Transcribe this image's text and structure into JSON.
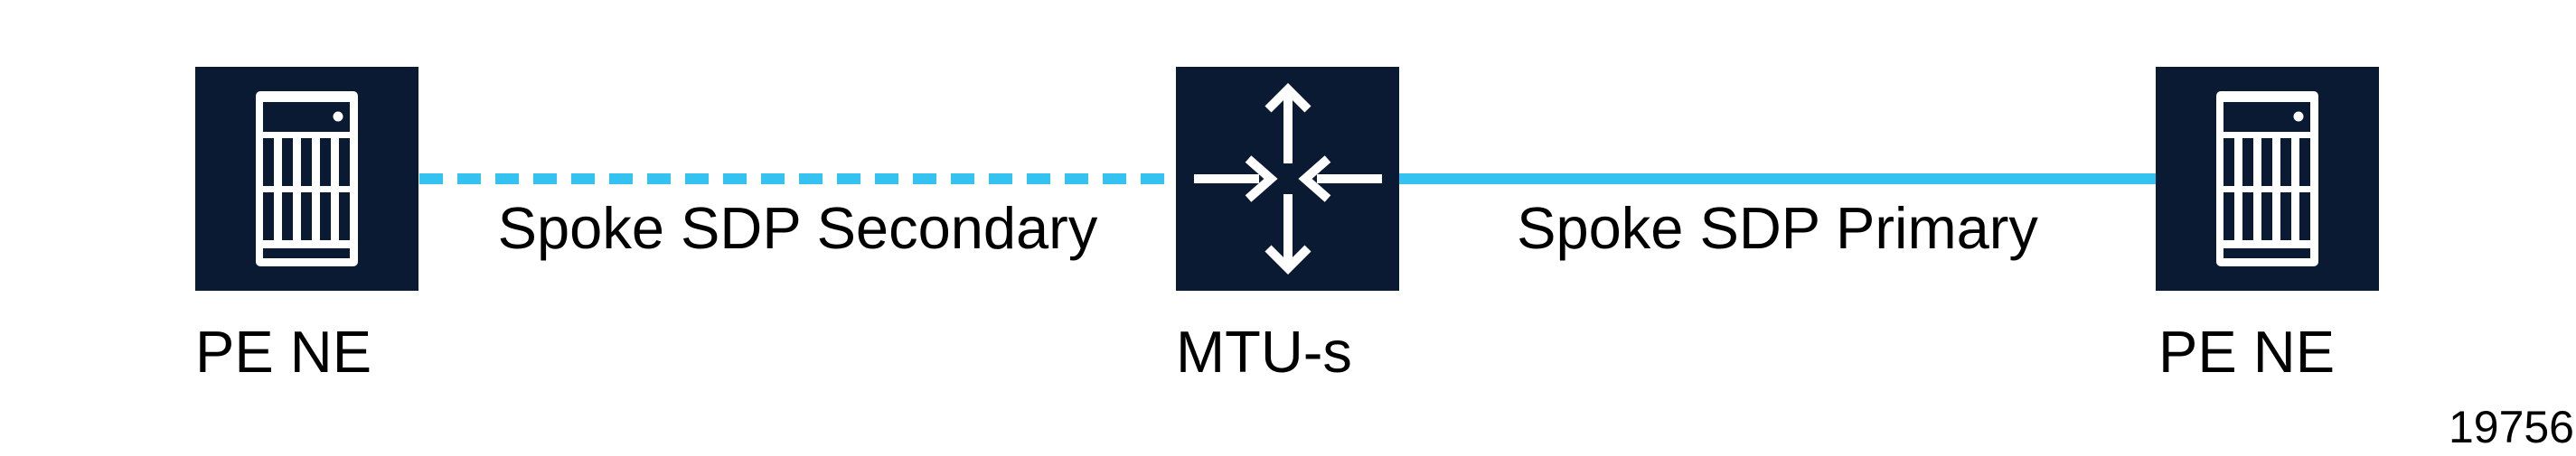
{
  "colors": {
    "node_fill": "#0B1A33",
    "link": "#34C3F0",
    "icon": "#FFFFFF",
    "text": "#000000",
    "background": "#FFFFFF"
  },
  "nodes": {
    "pe_left": {
      "label": "PE NE",
      "icon": "server-chassis-icon"
    },
    "mtu": {
      "label": "MTU-s",
      "icon": "router-arrows-icon"
    },
    "pe_right": {
      "label": "PE NE",
      "icon": "server-chassis-icon"
    }
  },
  "links": {
    "secondary": {
      "label": "Spoke SDP Secondary",
      "style": "dashed"
    },
    "primary": {
      "label": "Spoke SDP Primary",
      "style": "solid"
    }
  },
  "figure_number": "19756"
}
